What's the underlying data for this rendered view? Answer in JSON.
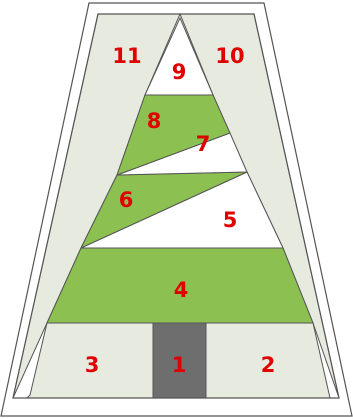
{
  "colors": {
    "background": "#ffffff",
    "outline": "#555555",
    "pale_fabric": "#e6eadf",
    "green_fabric": "#8cc152",
    "white_fabric": "#ffffff",
    "trunk_fabric": "#6e6e6e",
    "label_text": "#e00000"
  },
  "pieces": [
    {
      "id": "1",
      "label": "1",
      "fabric": "trunk"
    },
    {
      "id": "2",
      "label": "2",
      "fabric": "pale"
    },
    {
      "id": "3",
      "label": "3",
      "fabric": "pale"
    },
    {
      "id": "4",
      "label": "4",
      "fabric": "green"
    },
    {
      "id": "5",
      "label": "5",
      "fabric": "white"
    },
    {
      "id": "6",
      "label": "6",
      "fabric": "green"
    },
    {
      "id": "7",
      "label": "7",
      "fabric": "white"
    },
    {
      "id": "8",
      "label": "8",
      "fabric": "green"
    },
    {
      "id": "9",
      "label": "9",
      "fabric": "white"
    },
    {
      "id": "10",
      "label": "10",
      "fabric": "pale"
    },
    {
      "id": "11",
      "label": "11",
      "fabric": "pale"
    }
  ]
}
